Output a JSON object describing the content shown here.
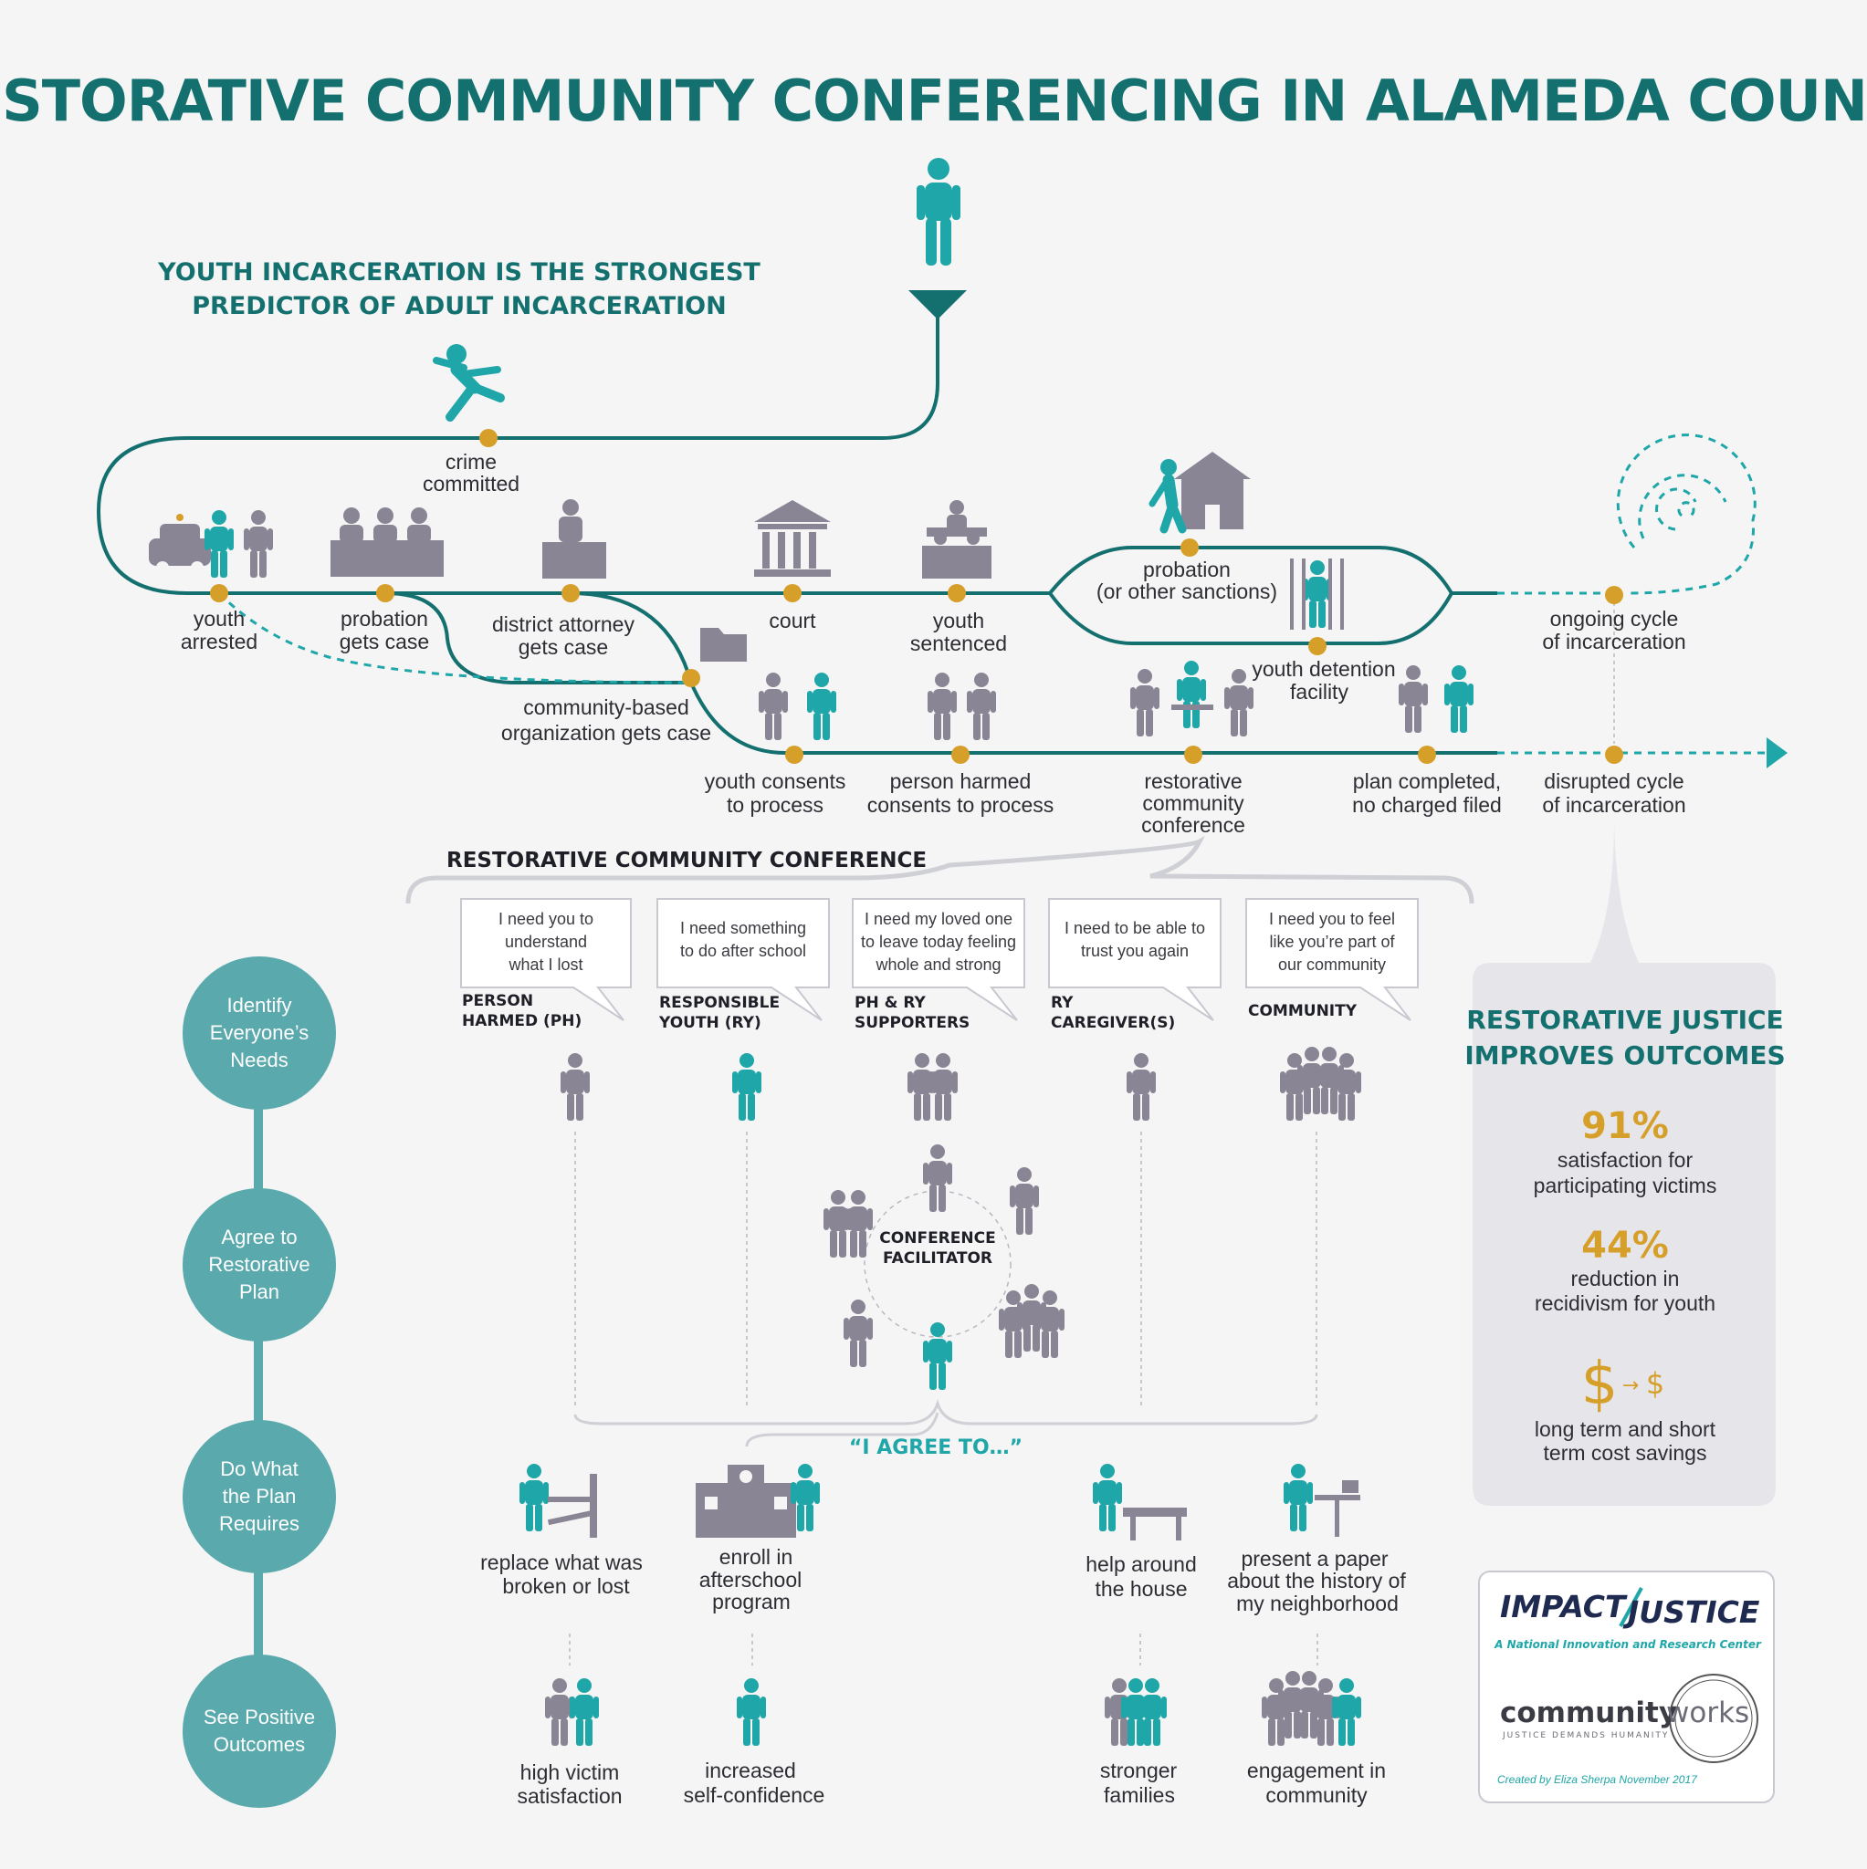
{
  "title": "RESTORATIVE COMMUNITY CONFERENCING IN ALAMEDA COUNTY",
  "subtitle": [
    "YOUTH INCARCERATION IS THE STRONGEST",
    "PREDICTOR OF ADULT INCARCERATION"
  ],
  "colors": {
    "teal_dark": "#13706f",
    "teal": "#1fa6a8",
    "gold": "#d69f2a",
    "gray": "#8a8594",
    "step_circle": "#5aa9ad",
    "panel": "#e6e6ea"
  },
  "timeline": {
    "crime": [
      "crime",
      "committed"
    ],
    "arrested": [
      "youth",
      "arrested"
    ],
    "probation_case": [
      "probation",
      "gets case"
    ],
    "da_case": [
      "district attorney",
      "gets case"
    ],
    "court": [
      "court"
    ],
    "sentenced": [
      "youth",
      "sentenced"
    ],
    "probation_sanctions": [
      "probation",
      "(or other sanctions)"
    ],
    "detention": [
      "youth detention",
      "facility"
    ],
    "ongoing": [
      "ongoing cycle",
      "of incarceration"
    ],
    "cbo": [
      "community-based",
      "organization gets case"
    ],
    "youth_consents": [
      "youth consents",
      "to process"
    ],
    "ph_consents": [
      "person harmed",
      "consents to process"
    ],
    "rcc": [
      "restorative",
      "community",
      "conference"
    ],
    "plan_completed": [
      "plan completed,",
      "no charged filed"
    ],
    "disrupted": [
      "disrupted cycle",
      "of incarceration"
    ]
  },
  "conference": {
    "heading": "RESTORATIVE COMMUNITY CONFERENCE",
    "bubbles": [
      [
        "I need you to",
        "understand",
        "what I lost"
      ],
      [
        "I need something",
        "to do after school"
      ],
      [
        "I need my loved one",
        "to leave today feeling",
        "whole and strong"
      ],
      [
        "I need to be able to",
        "trust you again"
      ],
      [
        "I need you to feel",
        "like you’re part of",
        "our community"
      ]
    ],
    "roles": [
      [
        "PERSON",
        "HARMED (PH)"
      ],
      [
        "RESPONSIBLE",
        "YOUTH (RY)"
      ],
      [
        "PH & RY",
        "SUPPORTERS"
      ],
      [
        "RY",
        "CAREGIVER(S)"
      ],
      [
        "COMMUNITY"
      ]
    ],
    "facilitator": [
      "CONFERENCE",
      "FACILITATOR"
    ],
    "agree": "“I AGREE TO…”",
    "actions": [
      [
        "replace what was",
        "broken or lost"
      ],
      [
        "enroll in",
        "afterschool",
        "program"
      ],
      [
        "help around",
        "the house"
      ],
      [
        "present a paper",
        "about the history of",
        "my neighborhood"
      ]
    ],
    "outcomes": [
      [
        "high victim",
        "satisfaction"
      ],
      [
        "increased",
        "self-confidence"
      ],
      [
        "stronger",
        "families"
      ],
      [
        "engagement in",
        "community"
      ]
    ]
  },
  "steps": [
    [
      "Identify",
      "Everyone’s",
      "Needs"
    ],
    [
      "Agree to",
      "Restorative",
      "Plan"
    ],
    [
      "Do What",
      "the Plan",
      "Requires"
    ],
    [
      "See Positive",
      "Outcomes"
    ]
  ],
  "panel": {
    "heading": [
      "RESTORATIVE JUSTICE",
      "IMPROVES OUTCOMES"
    ],
    "stat1": "91%",
    "stat1_text": [
      "satisfaction for",
      "participating victims"
    ],
    "stat2": "44%",
    "stat2_text": [
      "reduction in",
      "recidivism for youth"
    ],
    "stat3_text": [
      "long term and short",
      "term cost savings"
    ]
  },
  "logos": {
    "impact_a": "IMPACT",
    "impact_b": "JUSTICE",
    "impact_sub": "A National Innovation and Research Center",
    "cw_a": "community",
    "cw_b": "works",
    "cw_sub": "JUSTICE DEMANDS HUMANITY",
    "credit": "Created by Eliza Sherpa November 2017"
  }
}
